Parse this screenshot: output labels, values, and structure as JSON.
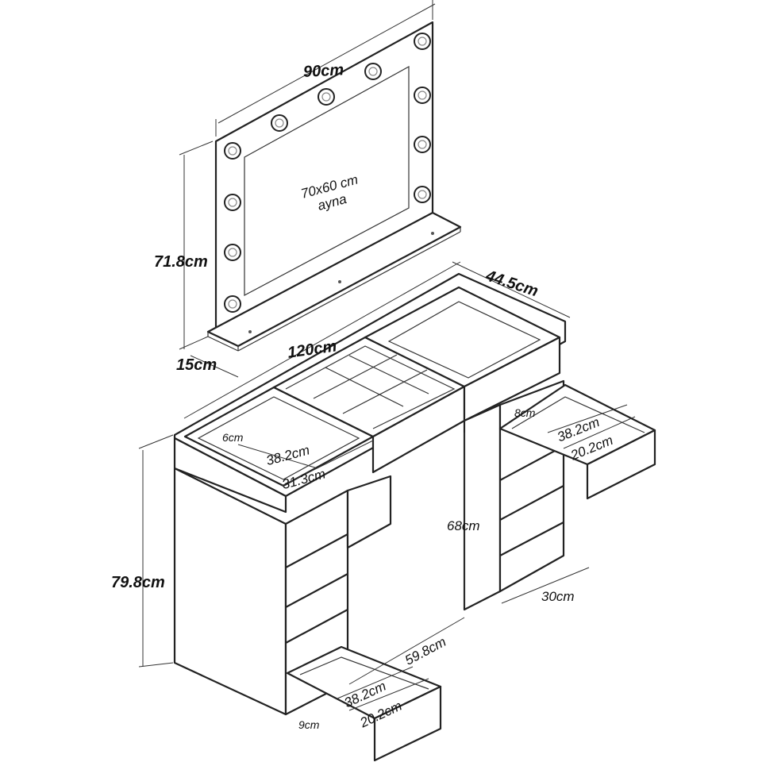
{
  "title": "Vanity table with lighted mirror - dimensions",
  "labels": {
    "mirror_width": "90cm",
    "mirror_glass": "70x60 cm",
    "mirror_glass_word": "ayna",
    "mirror_height": "71.8cm",
    "mirror_shelf_depth": "15cm",
    "table_width": "120cm",
    "table_depth": "44.5cm",
    "left_box_inner_height": "6cm",
    "left_box_depth": "38.2cm",
    "left_box_width": "31.3cm",
    "right_drawer_height": "8cm",
    "right_drawer_depth": "38.2cm",
    "right_drawer_width": "20.2cm",
    "leg_clearance": "68cm",
    "table_height": "79.8cm",
    "right_cabinet_width": "30cm",
    "knee_space_width": "59.8cm",
    "bottom_drawer_depth": "38.2cm",
    "bottom_drawer_width": "20.2cm",
    "bottom_drawer_height": "9cm"
  }
}
